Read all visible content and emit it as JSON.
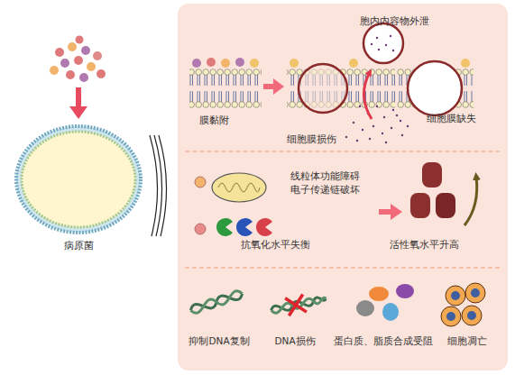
{
  "diagram": {
    "nodes": [
      {
        "text": [
          "病原菌"
        ]
      },
      {
        "text": [
          "膜黏附",
          "细胞膜损伤",
          "胞内内容物外泄",
          "细胞膜缺失"
        ]
      },
      {
        "text": [
          "线粒体功能障碍 电子传递链破坏",
          "抗氧化水平失衡",
          "活性氧水平升高"
        ]
      },
      {
        "text": [
          "抑制DNA复制",
          "DNA损伤",
          "蛋白质、脂质合成受阻",
          "细胞凋亡"
        ]
      }
    ]
  }
}
